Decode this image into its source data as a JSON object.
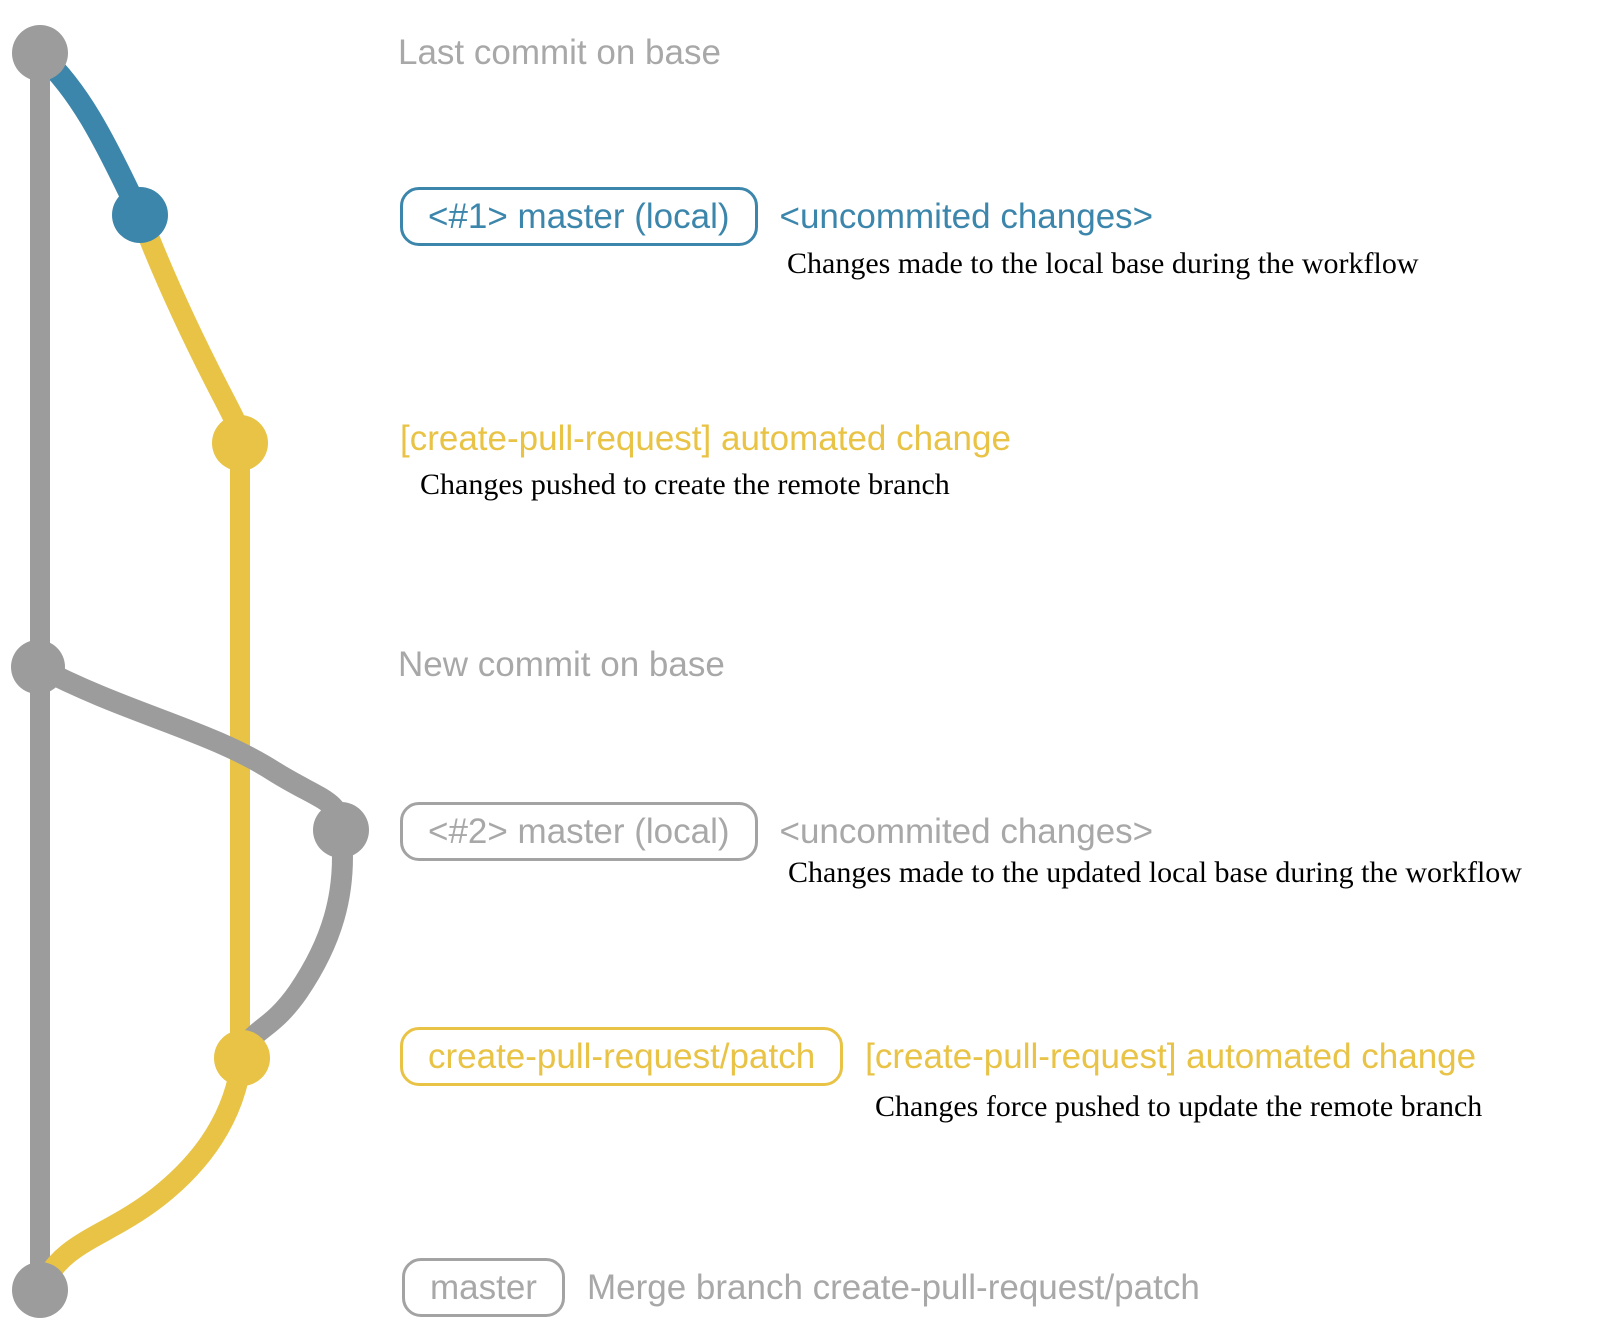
{
  "colors": {
    "blue": "#3c86ac",
    "yellow": "#e8c345",
    "graph_gray": "#9c9c9c",
    "border_gray": "#a3a3a3",
    "text_gray": "#a8a8a8",
    "note_black": "#000000"
  },
  "rows": {
    "last_commit": {
      "text": "Last commit on base"
    },
    "commit1": {
      "label": "<#1> master (local)",
      "side": "<uncommited changes>",
      "note": "Changes made to the local base during the workflow"
    },
    "push1": {
      "text": "[create-pull-request] automated change",
      "note": "Changes pushed to create the remote branch"
    },
    "new_commit": {
      "text": "New commit on base"
    },
    "commit2": {
      "label": "<#2> master (local)",
      "side": "<uncommited changes>",
      "note": "Changes made to the updated local base during the workflow"
    },
    "push2": {
      "label": "create-pull-request/patch",
      "side": "[create-pull-request] automated change",
      "note": "Changes force pushed to update the remote branch"
    },
    "merge": {
      "label": "master",
      "side": "Merge branch create-pull-request/patch"
    }
  }
}
